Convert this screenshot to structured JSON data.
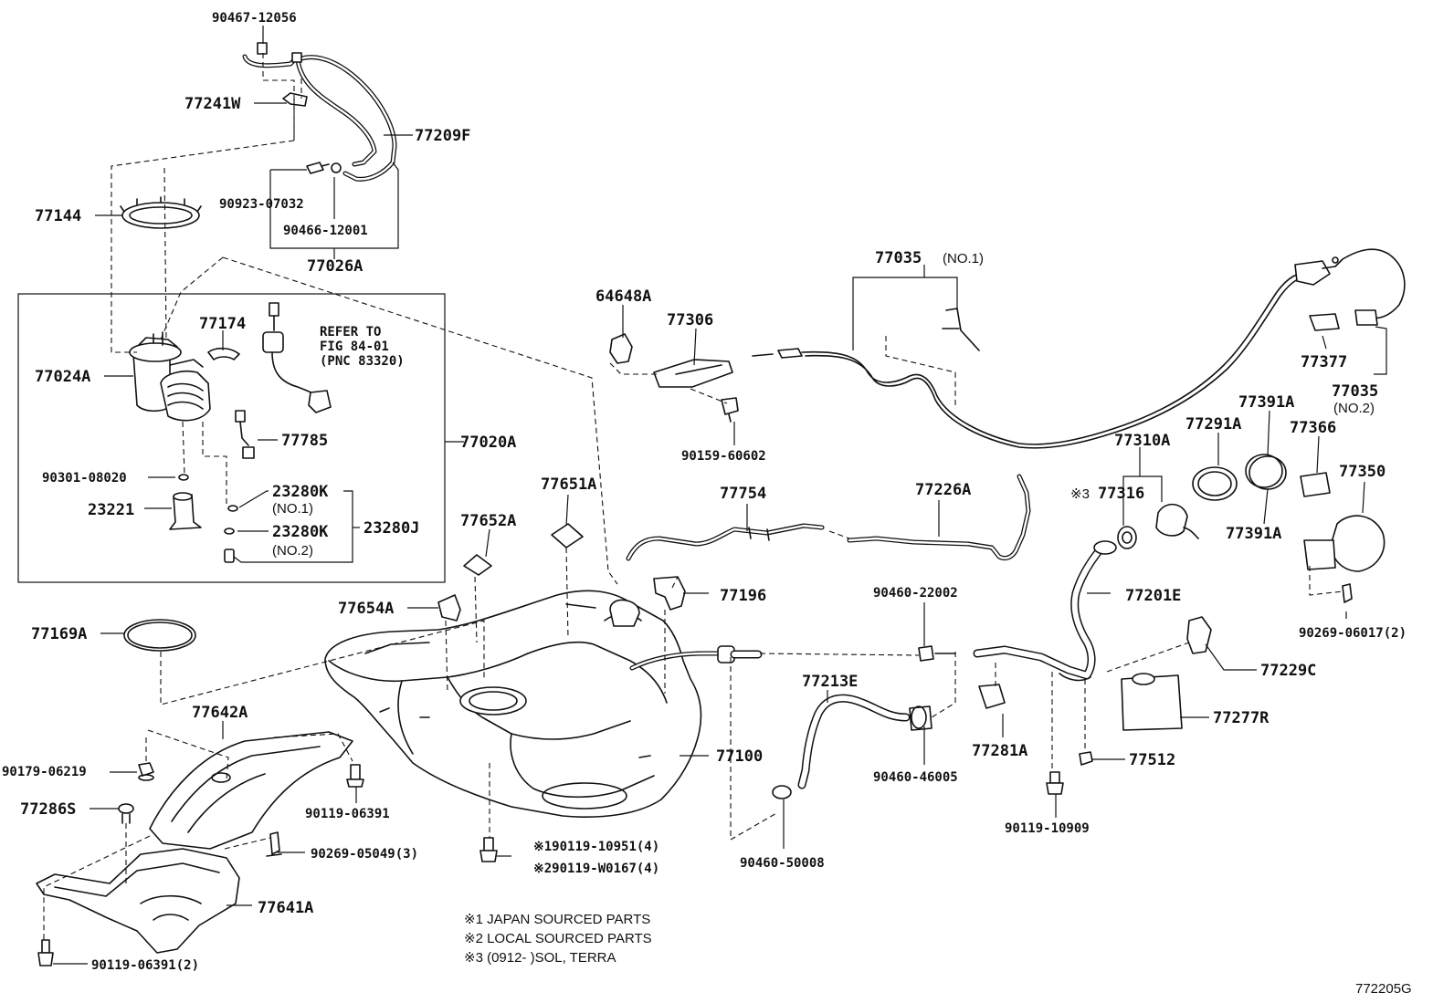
{
  "diagram": {
    "figure_code": "772205G",
    "parts": [
      {
        "id": "p-90467-12056",
        "label": "90467-12056"
      },
      {
        "id": "p-77241W",
        "label": "77241W"
      },
      {
        "id": "p-77209F",
        "label": "77209F"
      },
      {
        "id": "p-90923-07032",
        "label": "90923-07032"
      },
      {
        "id": "p-90466-12001",
        "label": "90466-12001"
      },
      {
        "id": "p-77026A",
        "label": "77026A"
      },
      {
        "id": "p-77144",
        "label": "77144"
      },
      {
        "id": "p-77174",
        "label": "77174"
      },
      {
        "id": "p-77024A",
        "label": "77024A"
      },
      {
        "id": "p-77785",
        "label": "77785"
      },
      {
        "id": "p-77020A",
        "label": "77020A"
      },
      {
        "id": "p-90301-08020",
        "label": "90301-08020"
      },
      {
        "id": "p-23221",
        "label": "23221"
      },
      {
        "id": "p-23280K-1",
        "label": "23280K"
      },
      {
        "id": "p-23280K-2",
        "label": "23280K"
      },
      {
        "id": "p-23280J",
        "label": "23280J"
      },
      {
        "id": "p-64648A",
        "label": "64648A"
      },
      {
        "id": "p-77306",
        "label": "77306"
      },
      {
        "id": "p-90159-60602",
        "label": "90159-60602"
      },
      {
        "id": "p-77035-1",
        "label": "77035"
      },
      {
        "id": "p-77377",
        "label": "77377"
      },
      {
        "id": "p-77035-2",
        "label": "77035"
      },
      {
        "id": "p-77391A-1",
        "label": "77391A"
      },
      {
        "id": "p-77291A",
        "label": "77291A"
      },
      {
        "id": "p-77310A",
        "label": "77310A"
      },
      {
        "id": "p-77366",
        "label": "77366"
      },
      {
        "id": "p-77350",
        "label": "77350"
      },
      {
        "id": "p-77316",
        "label": "77316"
      },
      {
        "id": "p-77391A-2",
        "label": "77391A"
      },
      {
        "id": "p-77651A",
        "label": "77651A"
      },
      {
        "id": "p-77754",
        "label": "77754"
      },
      {
        "id": "p-77226A",
        "label": "77226A"
      },
      {
        "id": "p-77652A",
        "label": "77652A"
      },
      {
        "id": "p-77196",
        "label": "77196"
      },
      {
        "id": "p-90460-22002",
        "label": "90460-22002"
      },
      {
        "id": "p-77201E",
        "label": "77201E"
      },
      {
        "id": "p-77654A",
        "label": "77654A"
      },
      {
        "id": "p-77169A",
        "label": "77169A"
      },
      {
        "id": "p-90269-06017",
        "label": "90269-06017(2)"
      },
      {
        "id": "p-77229C",
        "label": "77229C"
      },
      {
        "id": "p-77213E",
        "label": "77213E"
      },
      {
        "id": "p-77642A",
        "label": "77642A"
      },
      {
        "id": "p-77277R",
        "label": "77277R"
      },
      {
        "id": "p-77100",
        "label": "77100"
      },
      {
        "id": "p-77281A",
        "label": "77281A"
      },
      {
        "id": "p-77512",
        "label": "77512"
      },
      {
        "id": "p-90179-06219",
        "label": "90179-06219"
      },
      {
        "id": "p-90460-46005",
        "label": "90460-46005"
      },
      {
        "id": "p-77286S",
        "label": "77286S"
      },
      {
        "id": "p-90119-06391",
        "label": "90119-06391"
      },
      {
        "id": "p-90119-10909",
        "label": "90119-10909"
      },
      {
        "id": "p-90269-05049",
        "label": "90269-05049(3)"
      },
      {
        "id": "p-90119-10951",
        "label": "※190119-10951(4)"
      },
      {
        "id": "p-90119-W0167",
        "label": "※290119-W0167(4)"
      },
      {
        "id": "p-90460-50008",
        "label": "90460-50008"
      },
      {
        "id": "p-77641A",
        "label": "77641A"
      },
      {
        "id": "p-90119-06391-2",
        "label": "90119-06391(2)"
      }
    ],
    "qualifiers": {
      "no1_a": "(NO.1)",
      "no2_a": "(NO.2)",
      "no1_cable": "(NO.1)",
      "no2_cable": "(NO.2)",
      "mark3": "※3"
    },
    "refer": {
      "line1": "REFER TO",
      "line2": "FIG 84-01",
      "line3": "(PNC 83320)"
    },
    "footnotes": [
      "※1 JAPAN SOURCED PARTS",
      "※2 LOCAL SOURCED PARTS",
      "※3 (0912-      )SOL, TERRA"
    ]
  }
}
